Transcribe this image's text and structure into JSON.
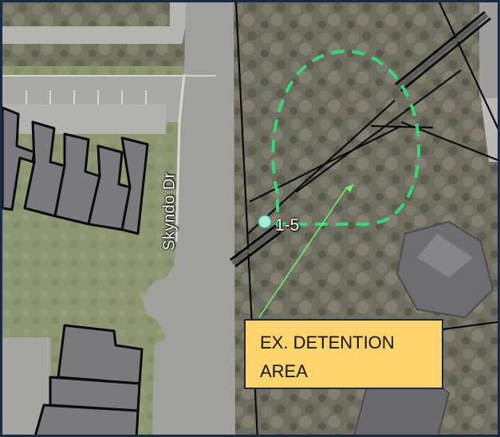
{
  "map": {
    "street_label": "Skyndo Dr",
    "point_label": "1-5",
    "callout_text_line1": "EX. DETENTION",
    "callout_text_line2": "AREA"
  },
  "colors": {
    "frame_border": "#1b2a40",
    "callout_fill": "#fdd36b",
    "detention_circle": "#33d879",
    "leader_line": "#6cf06c",
    "building_fill": "#7a7a7e",
    "pavement": "#a7a8a4",
    "trees": "#6b6a5c",
    "lawn": "#8e9a72",
    "point_marker": "#a8ead8"
  }
}
